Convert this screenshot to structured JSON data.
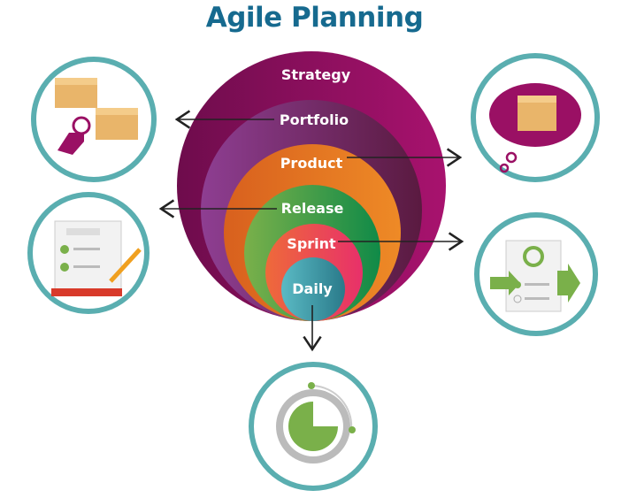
{
  "title": "Agile Planning",
  "levels": [
    {
      "label": "Strategy",
      "color": "#9a1064"
    },
    {
      "label": "Portfolio",
      "color": "#8a3a8e"
    },
    {
      "label": "Product",
      "color": "#e67a22"
    },
    {
      "label": "Release",
      "color": "#2f9a4f"
    },
    {
      "label": "Sprint",
      "color": "#e84a5a"
    },
    {
      "label": "Daily",
      "color": "#3a9aaa"
    }
  ],
  "icons": {
    "portfolio": "boxes-pointer-icon",
    "release": "checklist-pencil-icon",
    "product": "thought-cloud-box-icon",
    "sprint": "iteration-checklist-icon",
    "daily": "timer-clock-icon"
  },
  "ring_color": "#5aaeb0"
}
